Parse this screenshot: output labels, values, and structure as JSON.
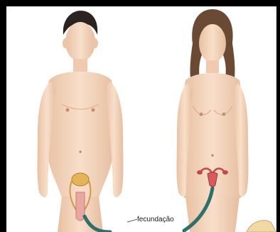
{
  "diagram": {
    "label_fecundacao": "fecundação"
  },
  "colors": {
    "frame": "#000000",
    "background": "#ffffff",
    "skin": "#f6d9c2",
    "skin_shadow": "#e7bea0",
    "male_hair": "#2b2320",
    "female_hair": "#6b4a35",
    "reproductive_male": "#e3b45a",
    "reproductive_female": "#c8464a",
    "arrow": "#2e6f6a"
  },
  "icons": {
    "male_figure": "male-body-illustration",
    "female_figure": "female-body-illustration",
    "arrow": "curved-arrow-icon"
  }
}
